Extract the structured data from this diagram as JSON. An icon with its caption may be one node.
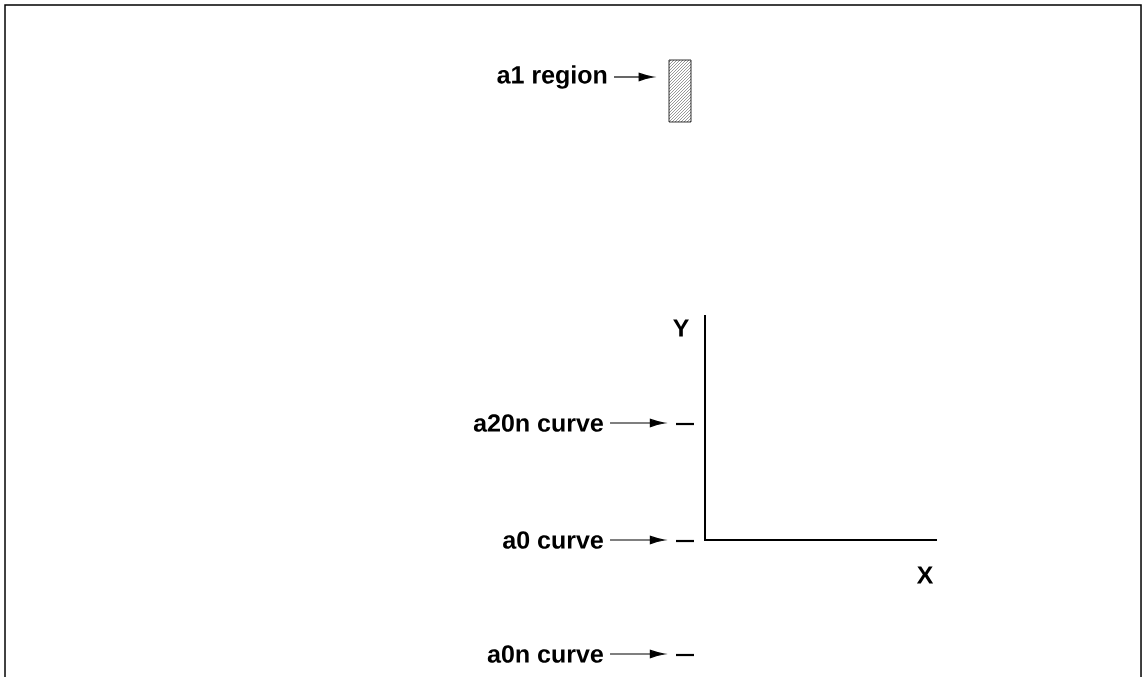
{
  "diagram": {
    "nodes": [
      {
        "text": [
          "a1 region"
        ]
      },
      {
        "text": [],
        "shape": "box"
      },
      {
        "text": [
          "a20n curve"
        ]
      },
      {
        "text": [],
        "shape": "bar"
      },
      {
        "text": [
          "a0 curve"
        ]
      },
      {
        "text": [],
        "shape": "bar"
      },
      {
        "text": [
          "a0n curve"
        ]
      },
      {
        "text": [],
        "shape": "bar"
      }
    ],
    "edges": [
      {
        "from": 0,
        "to": 1,
        "arrow": "to"
      },
      {
        "from": 2,
        "to": 3,
        "arrow": "to"
      },
      {
        "from": 4,
        "to": 5,
        "arrow": "to"
      },
      {
        "from": 6,
        "to": 7,
        "arrow": "to"
      }
    ],
    "labels": [
      "Y",
      "X"
    ]
  }
}
